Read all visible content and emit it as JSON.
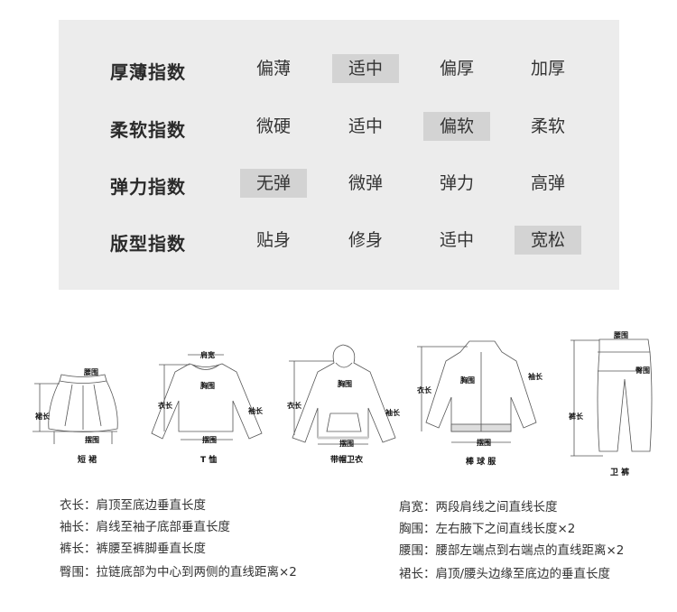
{
  "indices": [
    {
      "label": "厚薄指数",
      "options": [
        "偏薄",
        "适中",
        "偏厚",
        "加厚"
      ],
      "selected": 1
    },
    {
      "label": "柔软指数",
      "options": [
        "微硬",
        "适中",
        "偏软",
        "柔软"
      ],
      "selected": 2
    },
    {
      "label": "弹力指数",
      "options": [
        "无弹",
        "微弹",
        "弹力",
        "高弹"
      ],
      "selected": 0
    },
    {
      "label": "版型指数",
      "options": [
        "贴身",
        "修身",
        "适中",
        "宽松"
      ],
      "selected": 3
    }
  ],
  "diagrams": {
    "skirt": {
      "caption": "短 裙",
      "waist": "腰围",
      "length": "裙长",
      "hem": "摆围"
    },
    "tshirt": {
      "caption": "T 恤",
      "shoulder": "肩宽",
      "chest": "胸围",
      "length": "衣长",
      "sleeve": "袖长",
      "hem": "摆围"
    },
    "hoodie": {
      "caption": "带帽卫衣",
      "chest": "胸围",
      "length": "衣长",
      "sleeve": "袖长",
      "hem": "摆围"
    },
    "baseball": {
      "caption": "棒 球 服",
      "chest": "胸围",
      "length": "衣长",
      "sleeve": "袖长",
      "hem": "摆围"
    },
    "pants": {
      "caption": "卫 裤",
      "waist": "腰围",
      "hip": "臀围",
      "length": "裤长"
    }
  },
  "definitions_left": [
    "衣长：肩顶至底边垂直长度",
    "袖长：肩线至袖子底部垂直长度",
    "裤长：裤腰至裤脚垂直长度",
    "臀围：拉链底部为中心到两侧的直线距离×2"
  ],
  "definitions_right": [
    "肩宽：两段肩线之间直线长度",
    "胸围：左右腋下之间直线长度×2",
    "腰围：腰部左端点到右端点的直线距离×2",
    "裙长：肩顶/腰头边缘至底边的垂直长度"
  ],
  "colors": {
    "panel": "#ececec",
    "selected": "#d3d3d3"
  }
}
